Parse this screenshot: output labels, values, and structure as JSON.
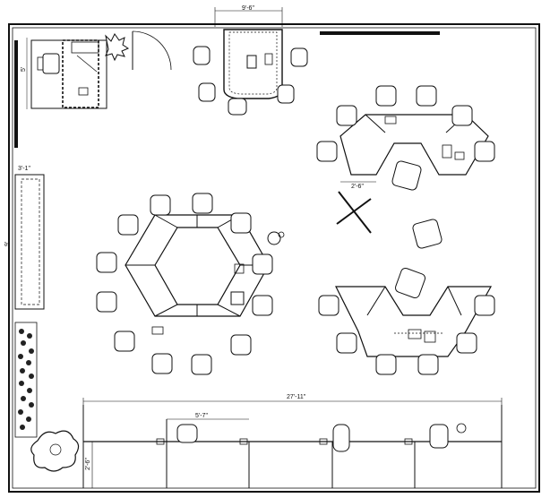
{
  "dimensions": {
    "conference_width": "9'-6\"",
    "desk_depth": "5'",
    "wall_return": "3'-1\"",
    "wall_length": "9'",
    "pod_gap": "2'-6\"",
    "counter_length": "27'-11\"",
    "counter_bay": "5'-7\"",
    "counter_depth": "2'-6\""
  },
  "colors": {
    "line": "#111111",
    "fill": "#ffffff",
    "planting": "#222222"
  }
}
